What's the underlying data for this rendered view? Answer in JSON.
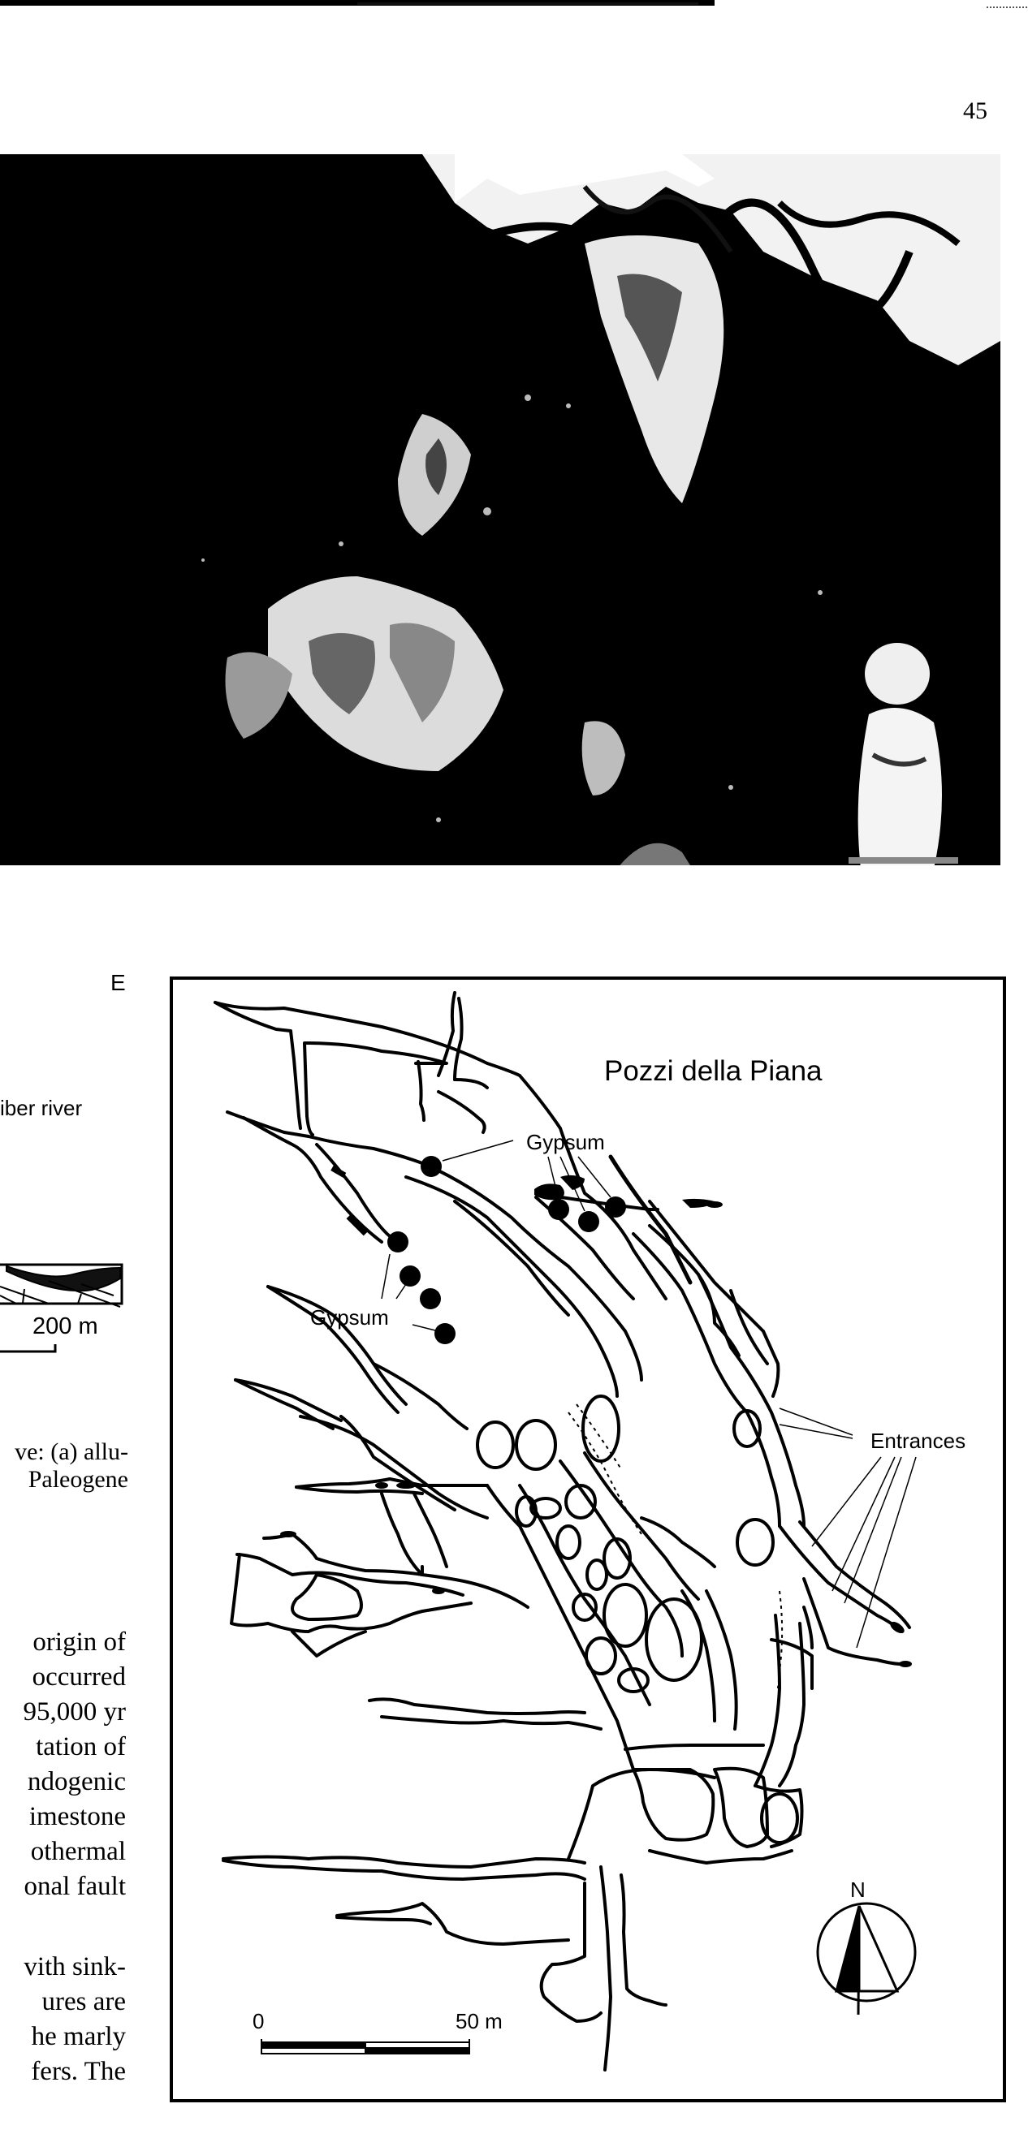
{
  "page": {
    "number": "45"
  },
  "photo": {
    "description": "Black-and-white photograph of a cave interior with a person standing at right"
  },
  "cross_section": {
    "direction_label": "E",
    "river_label": "iber river",
    "scale_label": "200 m"
  },
  "caption": {
    "lines": [
      "ve: (a) allu-",
      "Paleogene"
    ]
  },
  "body_text": {
    "lines": [
      "origin of",
      "occurred",
      "95,000 yr",
      "tation of",
      "ndogenic",
      "imestone",
      "othermal",
      "onal fault",
      "",
      "vith sink-",
      "ures  are",
      "he marly",
      "fers.  The"
    ]
  },
  "map": {
    "title": "Pozzi della Piana",
    "labels": {
      "gypsum_upper": "Gypsum",
      "gypsum_lower": "Gypsum",
      "entrances": "Entrances"
    },
    "scale_bar": {
      "start_label": "0",
      "end_label": "50 m"
    },
    "north_arrow": {
      "label": "N"
    }
  }
}
